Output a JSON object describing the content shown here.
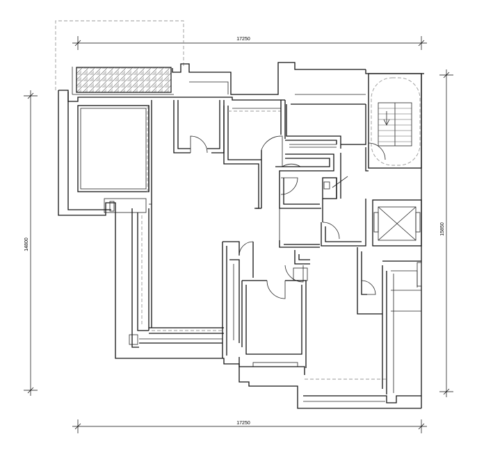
{
  "dimensions": {
    "top_width": "17250",
    "bottom_width": "17250",
    "left_height": "14800",
    "right_height": "15850"
  }
}
